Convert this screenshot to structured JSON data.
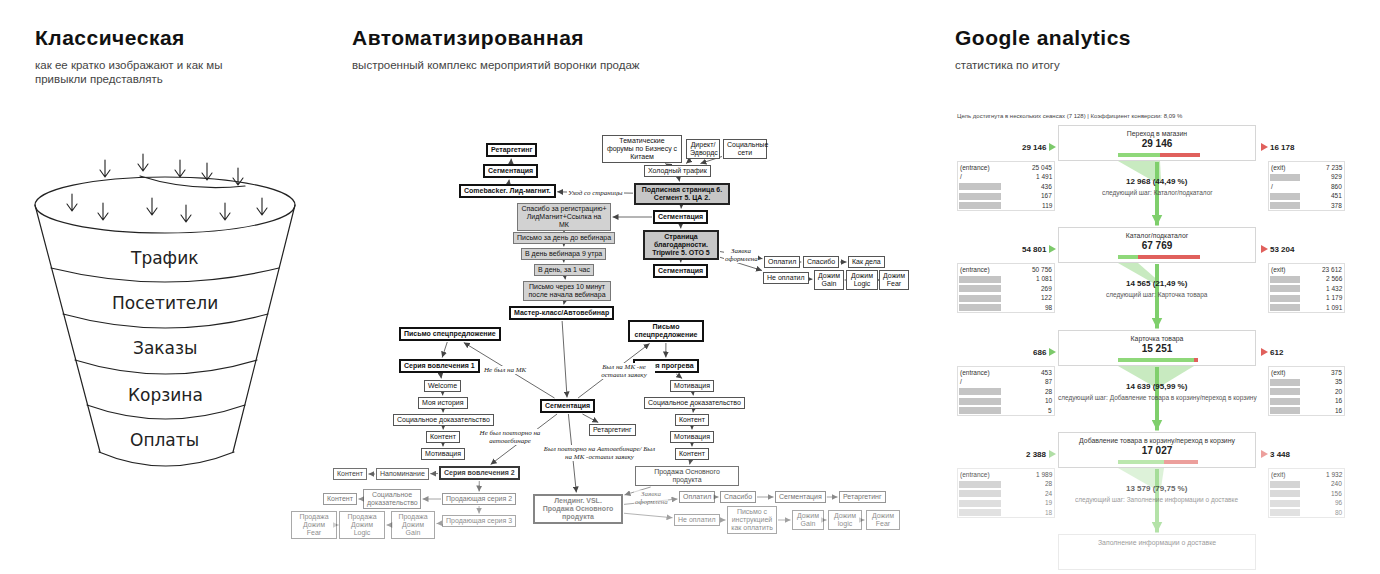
{
  "diagram": {
    "nodes": [
      {
        "text": [
          "Трафик"
        ]
      },
      {
        "text": [
          "Посетители"
        ]
      },
      {
        "text": [
          "Заказы"
        ]
      },
      {
        "text": [
          "Корзина"
        ]
      },
      {
        "text": [
          "Оплаты"
        ]
      },
      {
        "text": [
          "Ретаргетинг"
        ]
      },
      {
        "text": [
          "Сегментация"
        ]
      },
      {
        "text": [
          "Comebacker. Лид-магнит."
        ]
      },
      {
        "text": [
          "Тематические форумы по Бизнесу с Китаем"
        ]
      },
      {
        "text": [
          "Директ/ Эдвордс"
        ]
      },
      {
        "text": [
          "Социальные сети"
        ]
      },
      {
        "text": [
          "Холодный трафик"
        ]
      },
      {
        "text": [
          "Подписная страница 6. Сегмент 5. ЦА 2."
        ]
      },
      {
        "text": [
          "Сегментация"
        ]
      },
      {
        "text": [
          "Спасибо за регистрацию+ ЛидМагнит+Ссылка на МК"
        ]
      },
      {
        "text": [
          "Письмо за день до вебинара"
        ]
      },
      {
        "text": [
          "В день вебинара 9 утра"
        ]
      },
      {
        "text": [
          "В день, за 1 час"
        ]
      },
      {
        "text": [
          "Письмо через 10 минут после начала вебинара"
        ]
      },
      {
        "text": [
          "Мастер-класс/Автовебинар"
        ]
      },
      {
        "text": [
          "Страница благодарности. Tripwire 5. OTO 5"
        ]
      },
      {
        "text": [
          "Сегментация"
        ]
      },
      {
        "text": [
          "Оплатил"
        ]
      },
      {
        "text": [
          "Спасибо"
        ]
      },
      {
        "text": [
          "Как дела"
        ]
      },
      {
        "text": [
          "Не оплатил"
        ]
      },
      {
        "text": [
          "Дожим Gain"
        ]
      },
      {
        "text": [
          "Дожим Logic"
        ]
      },
      {
        "text": [
          "Дожим Fear"
        ]
      },
      {
        "text": [
          "Письмо спецпредложение"
        ]
      },
      {
        "text": [
          "Серия вовлечения 1"
        ]
      },
      {
        "text": [
          "Welcome"
        ]
      },
      {
        "text": [
          "Моя история"
        ]
      },
      {
        "text": [
          "Социальное доказательство"
        ]
      },
      {
        "text": [
          "Контент"
        ]
      },
      {
        "text": [
          "Мотивация"
        ]
      },
      {
        "text": [
          "Письмо спецпредложение"
        ]
      },
      {
        "text": [
          "Серия прогрева"
        ]
      },
      {
        "text": [
          "Мотивация"
        ]
      },
      {
        "text": [
          "Социальное доказательство"
        ]
      },
      {
        "text": [
          "Контент"
        ]
      },
      {
        "text": [
          "Мотивация"
        ]
      },
      {
        "text": [
          "Контент"
        ]
      },
      {
        "text": [
          "Сегментация"
        ]
      },
      {
        "text": [
          "Ретаргетинг"
        ]
      },
      {
        "text": [
          "Продажа Основного продукта"
        ]
      },
      {
        "text": [
          "Серия вовлечения 2"
        ]
      },
      {
        "text": [
          "Напоминание"
        ]
      },
      {
        "text": [
          "Контент"
        ]
      },
      {
        "text": [
          "Продающая серия 2"
        ]
      },
      {
        "text": [
          "Социальное доказательство"
        ]
      },
      {
        "text": [
          "Контент"
        ]
      },
      {
        "text": [
          "Продающая серия 3"
        ]
      },
      {
        "text": [
          "Продажа Дожим Gain"
        ]
      },
      {
        "text": [
          "Продажа Дожим Logic"
        ]
      },
      {
        "text": [
          "Продажа Дожим Fear"
        ]
      },
      {
        "text": [
          "Лендинг. VSL. Продажа Основного продукта"
        ]
      },
      {
        "text": [
          "Оплатил"
        ]
      },
      {
        "text": [
          "Спасибо"
        ]
      },
      {
        "text": [
          "Сегментация"
        ]
      },
      {
        "text": [
          "Ретаргетинг"
        ]
      },
      {
        "text": [
          "Не оплатил"
        ]
      },
      {
        "text": [
          "Письмо с инструкцией как оплатить"
        ]
      },
      {
        "text": [
          "Дожим Gain"
        ]
      },
      {
        "text": [
          "Дожим logic"
        ]
      },
      {
        "text": [
          "Дожим Fear"
        ]
      },
      {
        "text": [
          "Переход в магазин",
          "29 146"
        ]
      },
      {
        "text": [
          "Каталог/подкаталог",
          "67 769"
        ]
      },
      {
        "text": [
          "Карточка товара",
          "15 251"
        ]
      },
      {
        "text": [
          "Добавление товара в корзину/переход в корзину",
          "17 027"
        ]
      },
      {
        "text": [
          "Заполнение информации о доставке"
        ]
      }
    ],
    "edges": [
      {
        "from": 6,
        "to": 5,
        "arrow": "to"
      },
      {
        "from": 7,
        "to": 6,
        "arrow": "to"
      },
      {
        "from": 12,
        "to": 7,
        "arrow": "to",
        "label": "Уход со страницы"
      },
      {
        "from": 8,
        "to": 11,
        "arrow": "to"
      },
      {
        "from": 9,
        "to": 11,
        "arrow": "to"
      },
      {
        "from": 10,
        "to": 11,
        "arrow": "to"
      },
      {
        "from": 11,
        "to": 12,
        "arrow": "to"
      },
      {
        "from": 12,
        "to": 13,
        "arrow": "to"
      },
      {
        "from": 13,
        "to": 14,
        "arrow": "to"
      },
      {
        "from": 14,
        "to": 15,
        "arrow": "to"
      },
      {
        "from": 15,
        "to": 16,
        "arrow": "to"
      },
      {
        "from": 16,
        "to": 17,
        "arrow": "to"
      },
      {
        "from": 17,
        "to": 18,
        "arrow": "to"
      },
      {
        "from": 18,
        "to": 19,
        "arrow": "to"
      },
      {
        "from": 13,
        "to": 20,
        "arrow": "to"
      },
      {
        "from": 20,
        "to": 21,
        "arrow": "to"
      },
      {
        "from": 20,
        "to": 22,
        "arrow": "to",
        "label": "Заявка оформлена"
      },
      {
        "from": 20,
        "to": 25,
        "arrow": "to"
      },
      {
        "from": 22,
        "to": 23,
        "arrow": "to"
      },
      {
        "from": 23,
        "to": 24,
        "arrow": "to"
      },
      {
        "from": 25,
        "to": 26,
        "arrow": "to"
      },
      {
        "from": 26,
        "to": 27,
        "arrow": "to"
      },
      {
        "from": 27,
        "to": 28,
        "arrow": "to"
      },
      {
        "from": 19,
        "to": 43,
        "arrow": "to"
      },
      {
        "from": 43,
        "to": 29,
        "arrow": "to",
        "label": "Не был на МК"
      },
      {
        "from": 43,
        "to": 36,
        "arrow": "to",
        "label": "Был на МК -не оставил заявку"
      },
      {
        "from": 29,
        "to": 30,
        "arrow": "to"
      },
      {
        "from": 30,
        "to": 31,
        "arrow": "to"
      },
      {
        "from": 31,
        "to": 32,
        "arrow": "to"
      },
      {
        "from": 32,
        "to": 33,
        "arrow": "to"
      },
      {
        "from": 33,
        "to": 34,
        "arrow": "to"
      },
      {
        "from": 34,
        "to": 35,
        "arrow": "to"
      },
      {
        "from": 36,
        "to": 37,
        "arrow": "to"
      },
      {
        "from": 37,
        "to": 38,
        "arrow": "to"
      },
      {
        "from": 38,
        "to": 39,
        "arrow": "to"
      },
      {
        "from": 39,
        "to": 40,
        "arrow": "to"
      },
      {
        "from": 40,
        "to": 41,
        "arrow": "to"
      },
      {
        "from": 41,
        "to": 42,
        "arrow": "to"
      },
      {
        "from": 42,
        "to": 45,
        "arrow": "to"
      },
      {
        "from": 43,
        "to": 44,
        "arrow": "to"
      },
      {
        "from": 43,
        "to": 46,
        "arrow": "to",
        "label": "Не был повторно на автовебинаре"
      },
      {
        "from": 43,
        "to": 56,
        "arrow": "to",
        "label": "Был повторно на Автовебинаре/ Был на МК -оставил заявку"
      },
      {
        "from": 46,
        "to": 47,
        "arrow": "to"
      },
      {
        "from": 47,
        "to": 48,
        "arrow": "to"
      },
      {
        "from": 46,
        "to": 49,
        "arrow": "to"
      },
      {
        "from": 49,
        "to": 52,
        "arrow": "to"
      },
      {
        "from": 49,
        "to": 50,
        "arrow": "to"
      },
      {
        "from": 50,
        "to": 51,
        "arrow": "to"
      },
      {
        "from": 52,
        "to": 53,
        "arrow": "to"
      },
      {
        "from": 53,
        "to": 54,
        "arrow": "to"
      },
      {
        "from": 54,
        "to": 55,
        "arrow": "to"
      },
      {
        "from": 45,
        "to": 56,
        "arrow": "to"
      },
      {
        "from": 56,
        "to": 57,
        "arrow": "to",
        "label": "Заявка оформлена"
      },
      {
        "from": 56,
        "to": 61,
        "arrow": "to"
      },
      {
        "from": 57,
        "to": 58,
        "arrow": "to"
      },
      {
        "from": 58,
        "to": 59,
        "arrow": "to"
      },
      {
        "from": 59,
        "to": 60,
        "arrow": "to"
      },
      {
        "from": 61,
        "to": 62,
        "arrow": "to"
      },
      {
        "from": 62,
        "to": 63,
        "arrow": "to"
      },
      {
        "from": 63,
        "to": 64,
        "arrow": "to"
      },
      {
        "from": 64,
        "to": 65,
        "arrow": "to"
      },
      {
        "from": 66,
        "to": 67,
        "arrow": "to",
        "label": "12 968 (44,49 %)"
      },
      {
        "from": 67,
        "to": 68,
        "arrow": "to",
        "label": "14 565 (21,49 %)"
      },
      {
        "from": 68,
        "to": 69,
        "arrow": "to",
        "label": "14 639 (95,99 %)"
      },
      {
        "from": 69,
        "to": 70,
        "arrow": "to",
        "label": "13 579 (79,75 %)"
      }
    ],
    "labels": [
      "Классическая",
      "как ее кратко изображают и как мы привыкли представлять",
      "Автоматизированная",
      "выстроенный комплекс мероприятий воронки продаж",
      "Google analytics",
      "статистика по итогу",
      "Цель достигнута в нескольких сеансах (7 128) | Коэффициент конверсии: 8,09 %",
      "29 146",
      "(entrance)",
      "25 045",
      "/",
      "1 491",
      "436",
      "167",
      "119",
      "16 178",
      "(exit)",
      "7 235",
      "929",
      "/",
      "860",
      "451",
      "378",
      "следующий шаг: Каталог/подкаталог",
      "54 801",
      "(entrance)",
      "50 756",
      "1 081",
      "269",
      "122",
      "98",
      "53 204",
      "(exit)",
      "23 612",
      "2 566",
      "1 432",
      "1 179",
      "1 091",
      "следующий шаг: Карточка товара",
      "686",
      "(entrance)",
      "453",
      "/",
      "87",
      "28",
      "10",
      "5",
      "612",
      "(exit)",
      "375",
      "35",
      "20",
      "16",
      "16",
      "следующий шаг: Добавление товара в корзину/переход в корзину",
      "2 388",
      "(entrance)",
      "1 989",
      "28",
      "24",
      "19",
      "18",
      "3 448",
      "(exit)",
      "1 932",
      "240",
      "156",
      "96",
      "80",
      "следующий шаг: Заполнение информации о доставке"
    ]
  }
}
